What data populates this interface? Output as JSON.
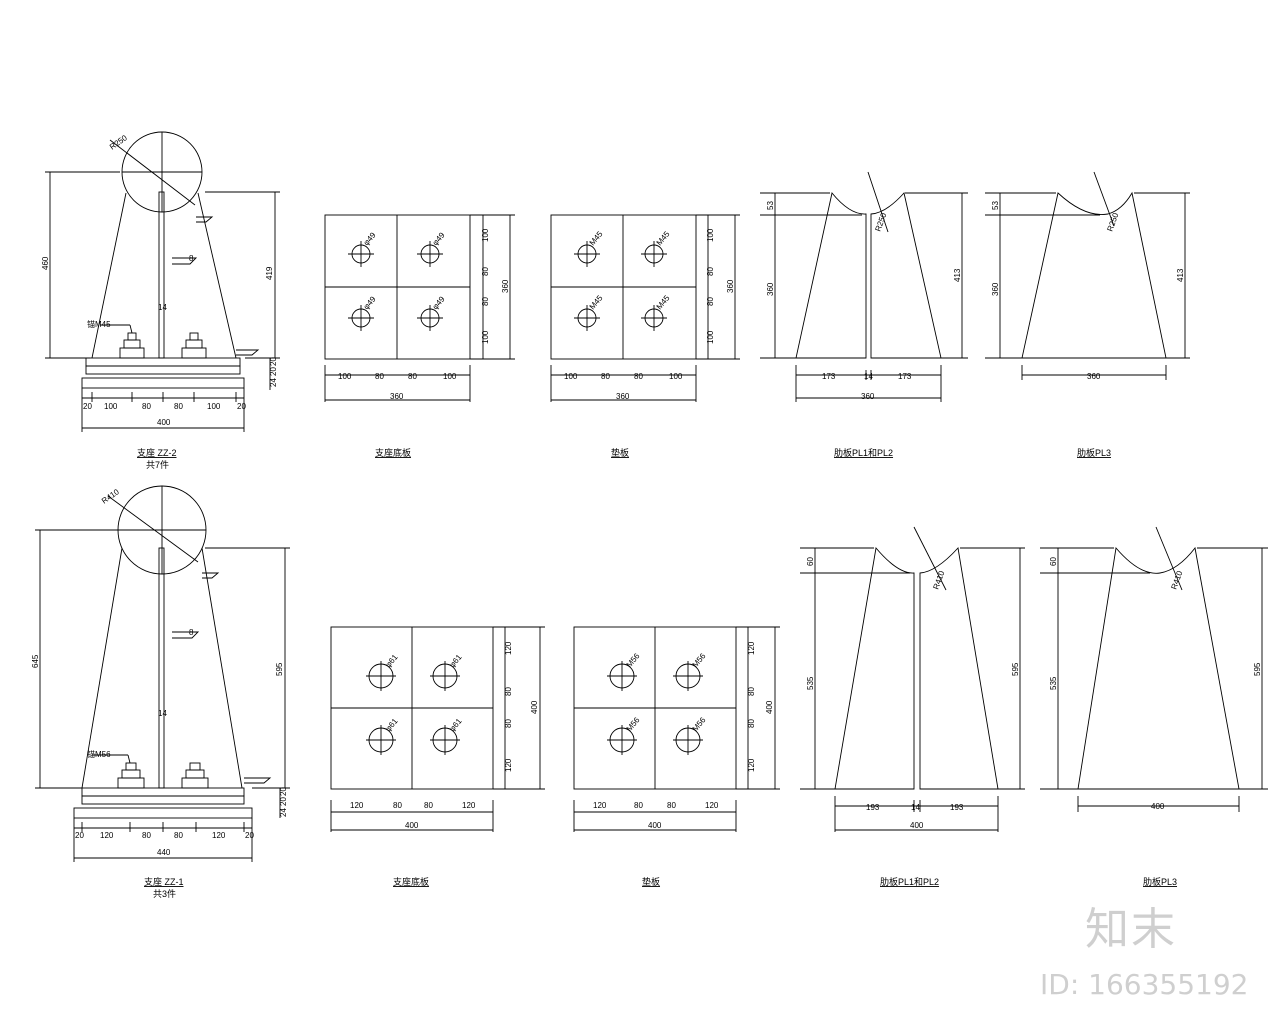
{
  "top": {
    "assembly": {
      "title": "支座 ZZ-2",
      "sub": "共7件",
      "radius": "R250",
      "height_left": "460",
      "height_right": "419",
      "bolt": "锚M45",
      "stiff": "14",
      "weld": "8",
      "bottom_dims": [
        "20",
        "100",
        "80",
        "80",
        "100",
        "20"
      ],
      "total": "400",
      "stack_dims": [
        "20",
        "20",
        "24"
      ]
    },
    "plate1": {
      "caption": "支座底板",
      "holes": [
        "φ49",
        "φ49",
        "φ49",
        "φ49"
      ],
      "bottom_dims": [
        "100",
        "80",
        "80",
        "100"
      ],
      "total_w": "360",
      "right_dims": [
        "100",
        "80",
        "80",
        "100"
      ],
      "total_h": "360"
    },
    "plate2": {
      "caption": "垫板",
      "holes": [
        "M45",
        "M45",
        "M45",
        "M45"
      ],
      "bottom_dims": [
        "100",
        "80",
        "80",
        "100"
      ],
      "total_w": "360",
      "right_dims": [
        "100",
        "80",
        "80",
        "100"
      ],
      "total_h": "360"
    },
    "plate3": {
      "caption": "肋板PL1和PL2",
      "radius": "R250",
      "left_top": "53",
      "left_main": "360",
      "right": "413",
      "bottom_dims": [
        "173",
        "14",
        "173"
      ],
      "total": "360"
    },
    "plate4": {
      "caption": "肋板PL3",
      "radius": "R250",
      "left_top": "53",
      "left_main": "360",
      "right": "413",
      "total": "360"
    }
  },
  "bottom": {
    "assembly": {
      "title": "支座 ZZ-1",
      "sub": "共3件",
      "radius": "R410",
      "height_left": "645",
      "height_right": "595",
      "bolt": "锚M56",
      "stiff": "14",
      "weld": "8",
      "bottom_dims": [
        "20",
        "120",
        "80",
        "80",
        "120",
        "20"
      ],
      "total": "440",
      "stack_dims": [
        "20",
        "20",
        "24"
      ]
    },
    "plate1": {
      "caption": "支座底板",
      "holes": [
        "φ61",
        "φ61",
        "φ61",
        "φ61"
      ],
      "bottom_dims": [
        "120",
        "80",
        "80",
        "120"
      ],
      "total_w": "400",
      "right_dims": [
        "120",
        "80",
        "80",
        "120"
      ],
      "total_h": "400"
    },
    "plate2": {
      "caption": "垫板",
      "holes": [
        "M56",
        "M56",
        "M56",
        "M56"
      ],
      "bottom_dims": [
        "120",
        "80",
        "80",
        "120"
      ],
      "total_w": "400",
      "right_dims": [
        "120",
        "80",
        "80",
        "120"
      ],
      "total_h": "400"
    },
    "plate3": {
      "caption": "肋板PL1和PL2",
      "radius": "R410",
      "left_top": "60",
      "left_main": "535",
      "right": "595",
      "bottom_dims": [
        "193",
        "14",
        "193"
      ],
      "total": "400"
    },
    "plate4": {
      "caption": "肋板PL3",
      "radius": "R410",
      "left_top": "60",
      "left_main": "535",
      "right": "595",
      "total": "400"
    }
  },
  "watermark": {
    "logo": "知末",
    "id": "ID: 166355192"
  }
}
